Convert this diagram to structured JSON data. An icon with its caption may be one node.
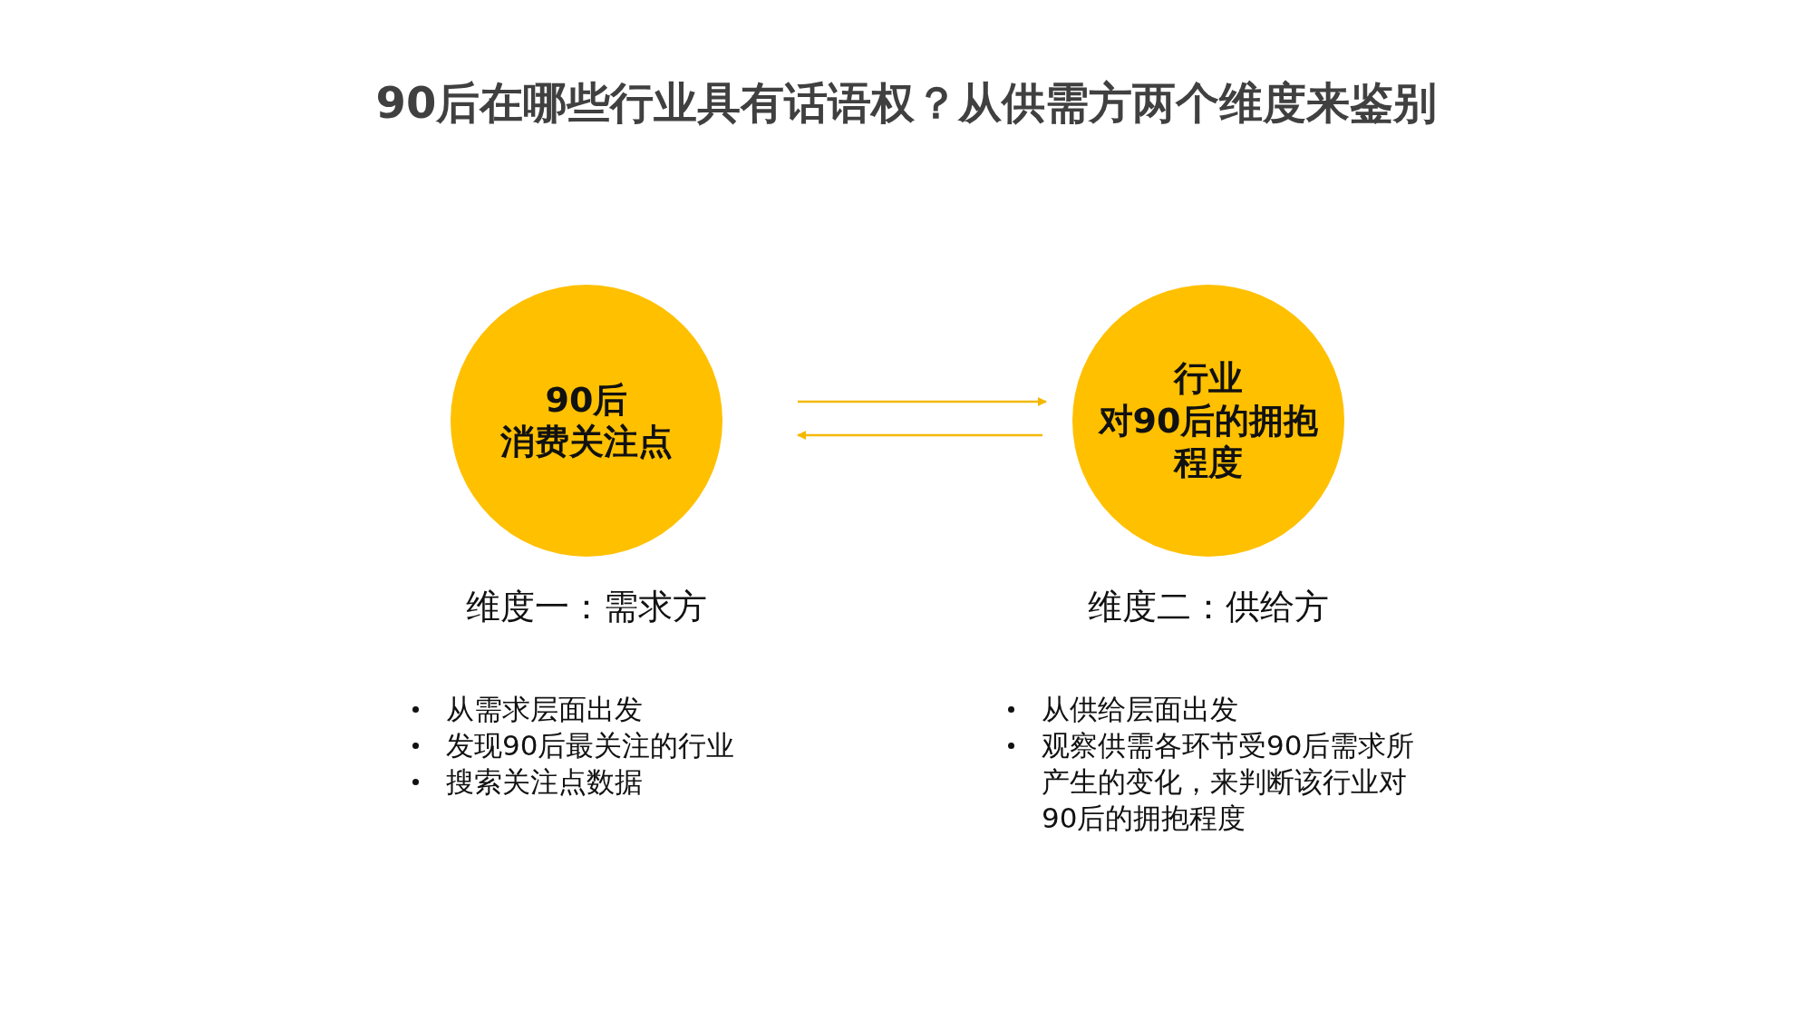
{
  "diagram": {
    "title": "90后在哪些行业具有话语权？从供需方两个维度来鉴别",
    "nodes": [
      {
        "text": [
          "90后",
          "消费关注点"
        ],
        "beside": [
          "维度一：需求方"
        ]
      },
      {
        "text": [
          "行业",
          "对90后的拥抱",
          "程度"
        ],
        "beside": [
          "维度二：供给方"
        ]
      }
    ],
    "edges": [
      {
        "from": 0,
        "to": 1,
        "arrow": "to"
      },
      {
        "from": 1,
        "to": 0,
        "arrow": "to"
      }
    ],
    "labels": [
      "从需求层面出发",
      "发现90后最关注的行业",
      "搜索关注点数据",
      "从供给层面出发",
      "观察供需各环节受90后需求所产生的变化，来判断该行业对90后的拥抱程度"
    ]
  }
}
